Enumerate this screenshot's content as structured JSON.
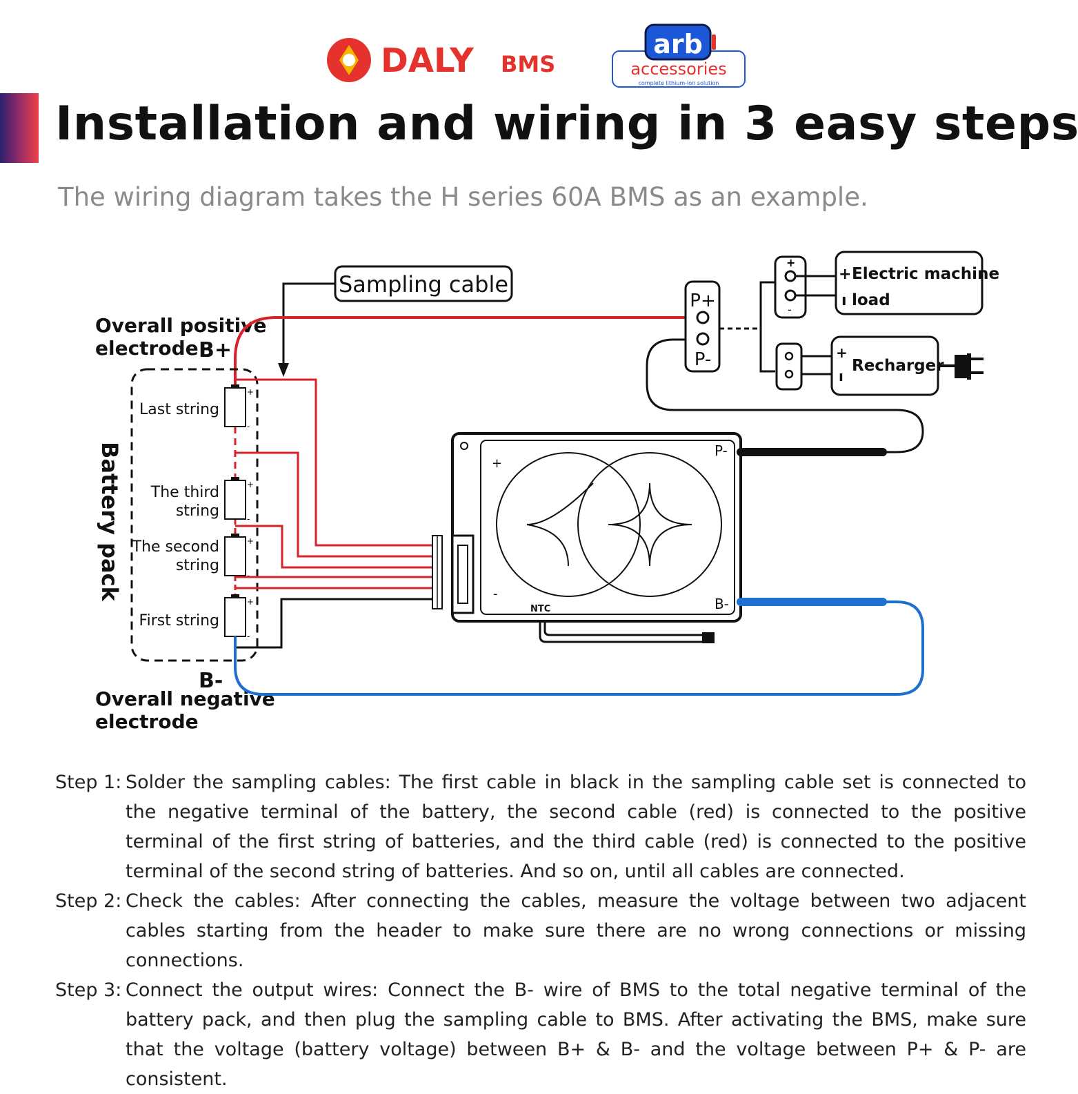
{
  "logos": {
    "daly_text": "DALY",
    "bms_text": "BMS",
    "arb_text": "arb",
    "accessories_text": "accessories",
    "tagline": "complete lithium-ion solution"
  },
  "header": {
    "title": "Installation and wiring in 3 easy steps",
    "subtitle": "The wiring diagram takes the H series 60A BMS as an example."
  },
  "diagram": {
    "sampling_cable": "Sampling cable",
    "overall_positive_line1": "Overall positive",
    "overall_positive_line2": "electrode",
    "b_plus": "B+",
    "battery_pack": "Battery pack",
    "last_string": "Last string",
    "third_string_line1": "The third",
    "third_string_line2": "string",
    "second_string_line1": "The second",
    "second_string_line2": "string",
    "first_string": "First string",
    "b_minus_bottom": "B-",
    "overall_negative_line1": "Overall negative",
    "overall_negative_line2": "electrode",
    "p_plus": "P+",
    "p_minus": "P-",
    "electric_machine": "Electric machine",
    "load": "load",
    "recharger": "Recharger",
    "bms_p_minus": "P-",
    "bms_b_minus": "B-",
    "ntc": "NTC",
    "plus_sign": "+",
    "minus_sign": "-"
  },
  "colors": {
    "red_wire": "#d6232a",
    "blue_wire": "#1f6fd1",
    "black_wire": "#111111",
    "title_accent_start": "#2b1f6e",
    "title_accent_end": "#f0404a",
    "daly_red": "#e5322d",
    "arb_blue": "#1c57d8"
  },
  "steps": [
    {
      "label": "Step 1:",
      "text": "Solder the sampling cables: The first cable in black in the sampling cable set is connected to the negative terminal of the battery, the second cable (red) is connected to the positive terminal of the first string of batteries, and the third cable (red) is connected to the positive terminal of the second string of batteries. And so on, until all cables are connected."
    },
    {
      "label": "Step 2:",
      "text": "Check the cables: After connecting the cables, measure the voltage between two adjacent cables starting from the header to make sure there are no wrong connections or missing connections."
    },
    {
      "label": "Step 3:",
      "text": "Connect the output wires: Connect the B- wire of BMS to the total negative terminal of the battery pack, and then plug the sampling cable to BMS. After activating the BMS, make sure that the voltage (battery voltage) between B+ & B- and the voltage between P+ & P- are consistent."
    }
  ]
}
